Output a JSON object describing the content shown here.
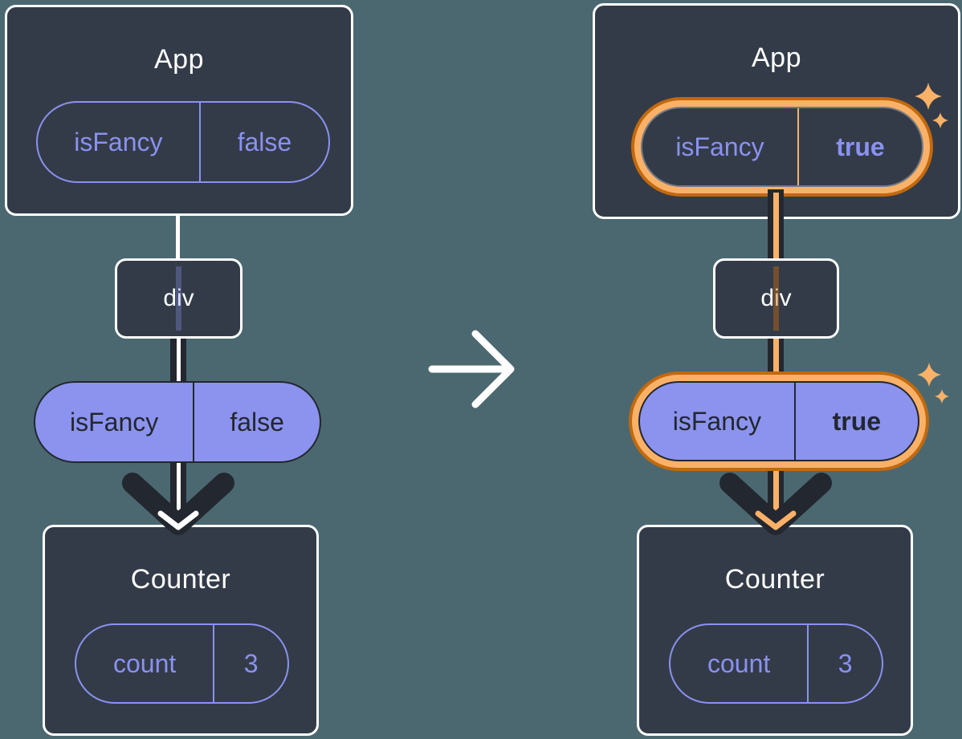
{
  "diagram": {
    "before": {
      "app": {
        "title": "App",
        "prop_name": "isFancy",
        "prop_value": "false"
      },
      "div": {
        "label": "div"
      },
      "passed_prop": {
        "prop_name": "isFancy",
        "prop_value": "false"
      },
      "counter": {
        "title": "Counter",
        "state_name": "count",
        "state_value": "3"
      }
    },
    "after": {
      "app": {
        "title": "App",
        "prop_name": "isFancy",
        "prop_value": "true"
      },
      "div": {
        "label": "div"
      },
      "passed_prop": {
        "prop_name": "isFancy",
        "prop_value": "true"
      },
      "counter": {
        "title": "Counter",
        "state_name": "count",
        "state_value": "3"
      }
    }
  },
  "icons": {
    "transition": "right-arrow",
    "highlight": "sparkles"
  },
  "colors": {
    "background": "#4b6871",
    "card": "#343b48",
    "card_border": "#ffffff",
    "purple_fill": "#8b93ee",
    "purple_text": "#8992f0",
    "dark_stroke": "#23272f",
    "orange_light": "#f9b168",
    "orange_dark": "#c2690e"
  }
}
